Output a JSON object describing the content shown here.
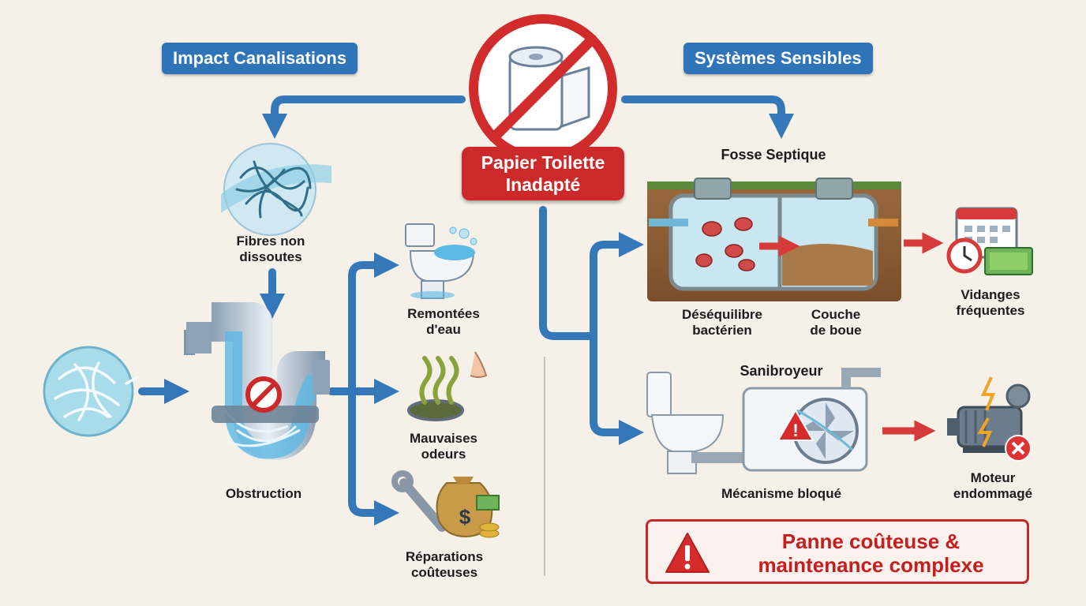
{
  "center": {
    "line1": "Papier Toilette",
    "line2": "Inadapté",
    "icon": "no-toilet-paper-icon"
  },
  "left": {
    "title": "Impact Canalisations",
    "fibers_label": "Fibres non\ndissoutes",
    "obstruction_label": "Obstruction",
    "consequences": [
      {
        "label": "Remontées\nd'eau",
        "icon": "overflowing-toilet-icon"
      },
      {
        "label": "Mauvaises\nodeurs",
        "icon": "bad-smell-drain-icon"
      },
      {
        "label": "Réparations\ncoûteuses",
        "icon": "wrench-money-bag-icon"
      }
    ]
  },
  "right": {
    "title": "Systèmes Sensibles",
    "septic": {
      "title": "Fosse Septique",
      "label_left": "Déséquilibre\nbactérien",
      "label_right": "Couche\nde boue",
      "result": "Vidanges\nfréquentes"
    },
    "sanibroyeur": {
      "title": "Sanibroyeur",
      "label": "Mécanisme bloqué",
      "result": "Moteur\nendommagé"
    },
    "warning": "Panne coûteuse &\nmaintenance complexe"
  },
  "colors": {
    "accent_blue": "#2f74b8",
    "alert_red": "#cc2a2a",
    "background": "#f5f1e8"
  }
}
